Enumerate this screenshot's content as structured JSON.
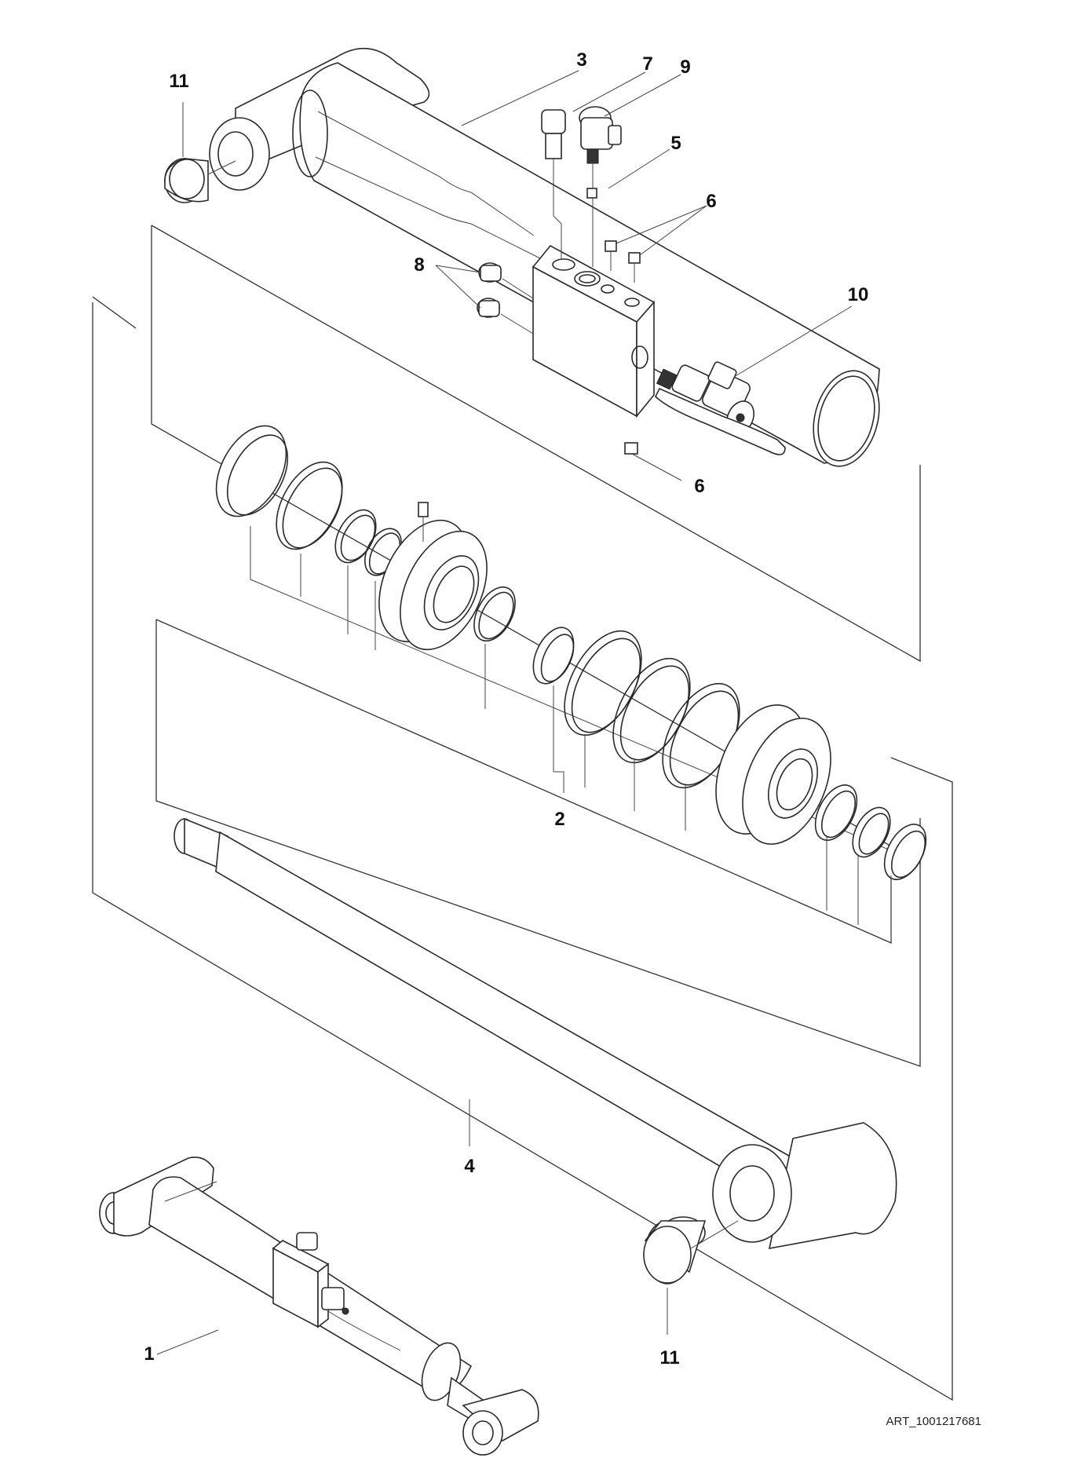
{
  "callouts": {
    "c1": "1",
    "c2": "2",
    "c3": "3",
    "c4": "4",
    "c5": "5",
    "c6a": "6",
    "c6b": "6",
    "c7": "7",
    "c8": "8",
    "c9": "9",
    "c10": "10",
    "c11a": "11",
    "c11b": "11"
  },
  "art_reference": "ART_1001217681"
}
